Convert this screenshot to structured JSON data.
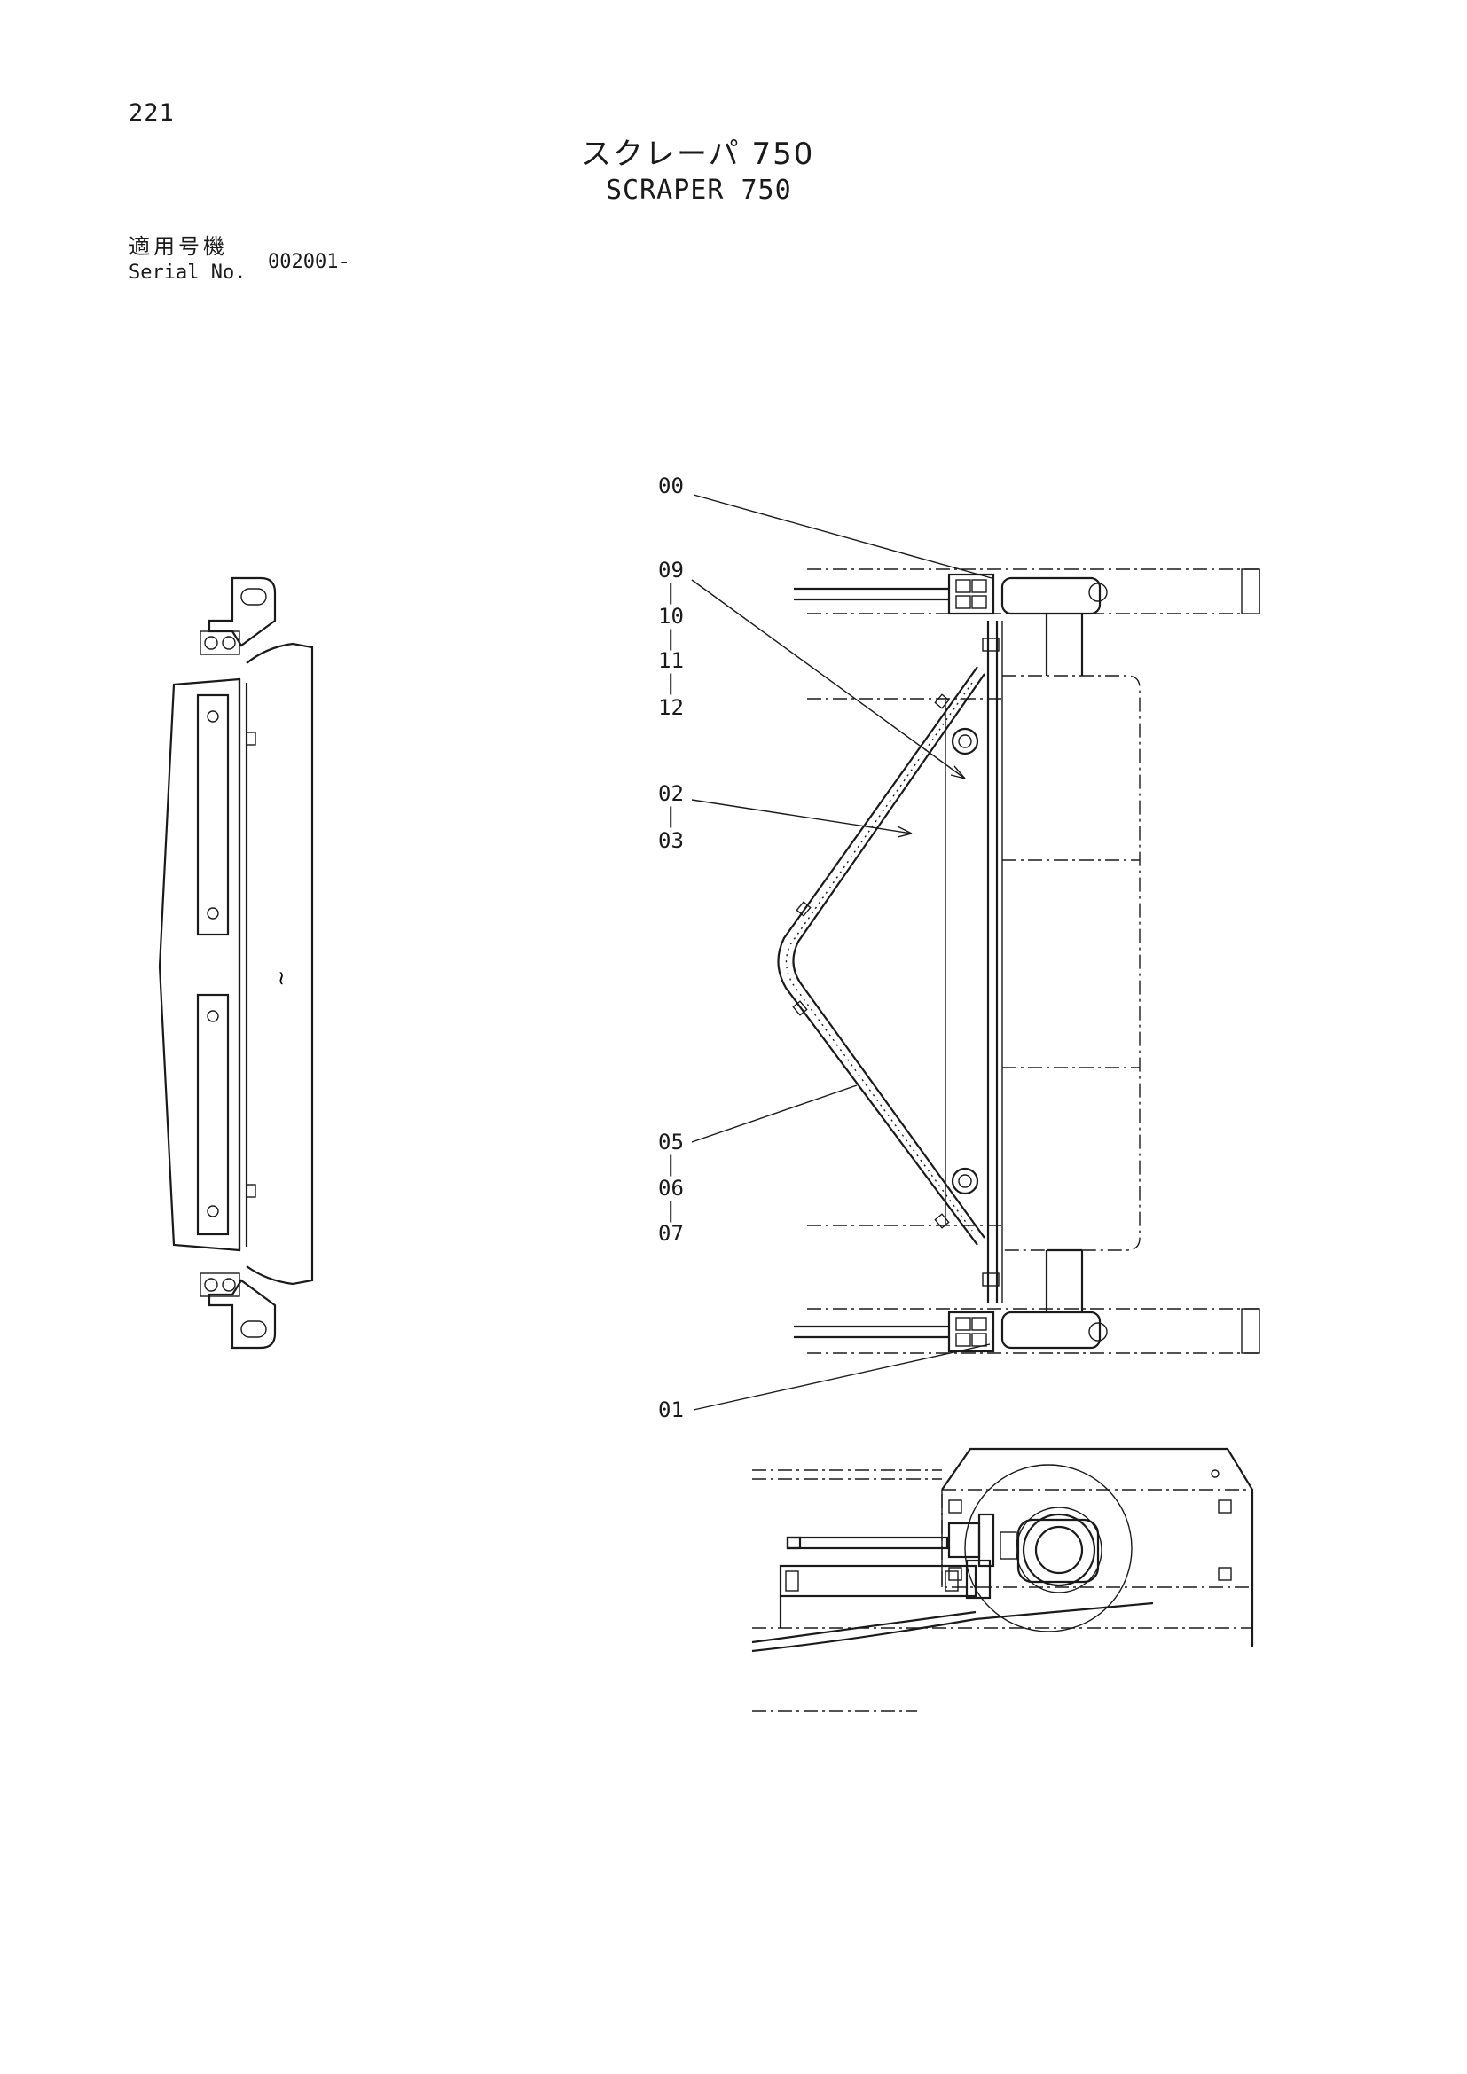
{
  "header": {
    "page_number": "221",
    "title_jp": "スクレーパ 750",
    "title_en": "SCRAPER 750"
  },
  "serial": {
    "label_jp": "適用号機",
    "label_en": "Serial No.",
    "value": "002001-"
  },
  "callouts": [
    {
      "id": "00",
      "lines": [
        "00"
      ]
    },
    {
      "id": "09-12",
      "lines": [
        "09",
        "|",
        "10",
        "|",
        "11",
        "|",
        "12"
      ]
    },
    {
      "id": "02-03",
      "lines": [
        "02",
        "|",
        "03"
      ]
    },
    {
      "id": "05-07",
      "lines": [
        "05",
        "|",
        "06",
        "|",
        "07"
      ]
    },
    {
      "id": "01",
      "lines": [
        "01"
      ]
    }
  ],
  "side_view_mark": "~"
}
